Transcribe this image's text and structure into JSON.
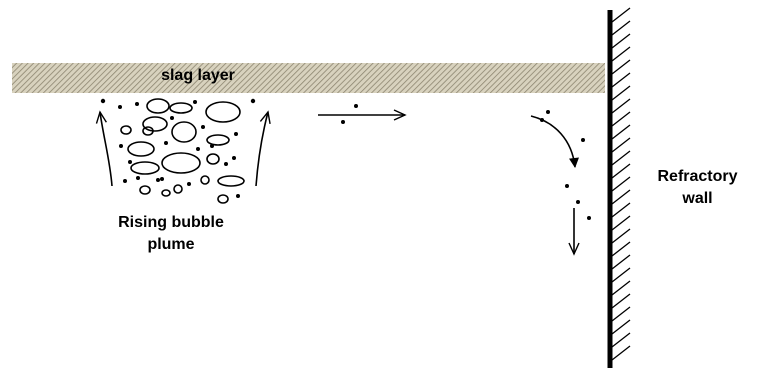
{
  "labels": {
    "slag_layer": "slag layer",
    "plume_line1": "Rising bubble",
    "plume_line2": "plume",
    "wall_line1": "Refractory",
    "wall_line2": "wall"
  },
  "colors": {
    "ink": "#000000",
    "slag_fill": "#d8d2be",
    "slag_hatch": "#8c8570",
    "background": "#ffffff"
  }
}
